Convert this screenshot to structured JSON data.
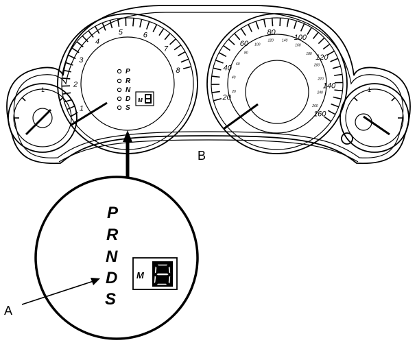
{
  "callouts": {
    "a": "A",
    "b": "B"
  },
  "tachometer": {
    "labels": [
      "1",
      "2",
      "3",
      "4",
      "5",
      "6",
      "7",
      "8"
    ]
  },
  "speedometer": {
    "outer_labels": [
      "20",
      "40",
      "60",
      "80",
      "100",
      "120",
      "140",
      "160"
    ],
    "inner_labels": [
      "20",
      "40",
      "60",
      "80",
      "100",
      "120",
      "140",
      "160",
      "180",
      "200",
      "220",
      "240",
      "260"
    ]
  },
  "gear_indicator": {
    "letters": [
      "P",
      "R",
      "N",
      "D",
      "S"
    ],
    "manual_label": "M",
    "digit": "8"
  },
  "left_gauge": {
    "labels": [
      "1"
    ]
  },
  "right_gauge": {
    "labels": [
      "1"
    ]
  }
}
